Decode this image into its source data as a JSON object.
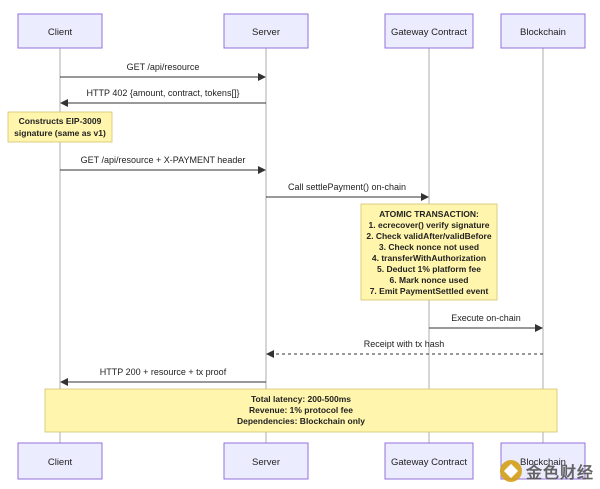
{
  "actors": {
    "client": "Client",
    "server": "Server",
    "gateway": "Gateway Contract",
    "blockchain": "Blockchain"
  },
  "messages": {
    "m1": "GET /api/resource",
    "m2": "HTTP 402 {amount, contract, tokens[]}",
    "m3": "GET /api/resource + X-PAYMENT header",
    "m4": "Call settlePayment() on-chain",
    "m5": "Execute on-chain",
    "m6": "Receipt with tx hash",
    "m7": "HTTP 200 + resource + tx proof"
  },
  "notes": {
    "signature": [
      "Constructs EIP-3009",
      "signature (same as v1)"
    ],
    "atomic": [
      "ATOMIC TRANSACTION:",
      "1. ecrecover() verify signature",
      "2. Check validAfter/validBefore",
      "3. Check nonce not used",
      "4. transferWithAuthorization",
      "5. Deduct 1% platform fee",
      "6. Mark nonce used",
      "7. Emit PaymentSettled event"
    ],
    "summary": [
      "Total latency: 200-500ms",
      "Revenue: 1% protocol fee",
      "Dependencies: Blockchain only"
    ]
  },
  "watermark": {
    "text": "金色财经"
  },
  "colors": {
    "actor_fill": "#ECECFF",
    "actor_border": "#9370DB",
    "note_fill": "#FFF5AD",
    "note_border": "#D6C46F"
  }
}
